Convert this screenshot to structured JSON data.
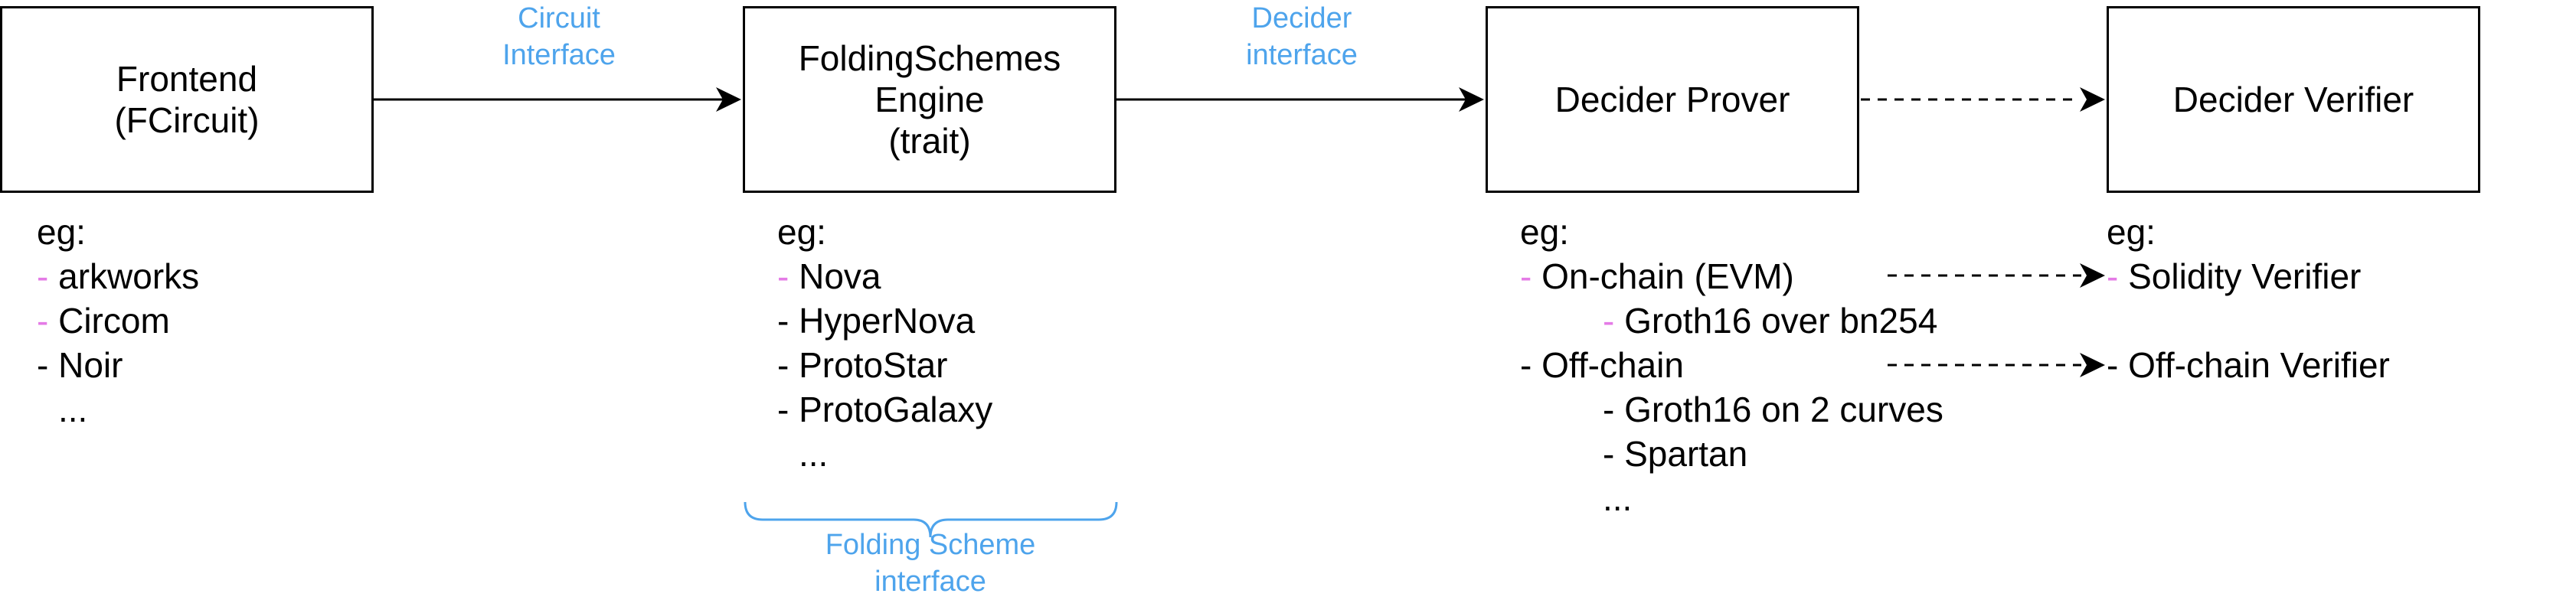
{
  "boxes": {
    "frontend": [
      "Frontend",
      "(FCircuit)"
    ],
    "engine": [
      "FoldingSchemes",
      "Engine",
      "(trait)"
    ],
    "prover": [
      "Decider Prover"
    ],
    "verifier": [
      "Decider Verifier"
    ]
  },
  "arrow_labels": {
    "circuit_interface": [
      "Circuit",
      "Interface"
    ],
    "decider_interface": [
      "Decider",
      "interface"
    ],
    "folding_scheme_interface": [
      "Folding Scheme",
      "interface"
    ]
  },
  "frontend_list": {
    "eg": "eg:",
    "items": [
      {
        "dash": "-",
        "text": "arkworks",
        "accent": true
      },
      {
        "dash": "-",
        "text": "Circom",
        "accent": true
      },
      {
        "dash": "-",
        "text": "Noir",
        "accent": false
      }
    ],
    "more": "..."
  },
  "engine_list": {
    "eg": "eg:",
    "items": [
      {
        "dash": "-",
        "text": "Nova",
        "accent": true
      },
      {
        "dash": "-",
        "text": "HyperNova",
        "accent": false
      },
      {
        "dash": "-",
        "text": "ProtoStar",
        "accent": false
      },
      {
        "dash": "-",
        "text": "ProtoGalaxy",
        "accent": false
      }
    ],
    "more": "..."
  },
  "prover_list": {
    "eg": "eg:",
    "onchain": {
      "dash": "-",
      "text": "On-chain (EVM)"
    },
    "onchain_sub": {
      "dash": "-",
      "text": "Groth16 over bn254"
    },
    "offchain": {
      "dash": "-",
      "text": "Off-chain"
    },
    "offchain_sub": [
      {
        "dash": "-",
        "text": "Groth16 on 2 curves"
      },
      {
        "dash": "-",
        "text": "Spartan"
      }
    ],
    "more": "..."
  },
  "verifier_list": {
    "eg": "eg:",
    "solidity": {
      "dash": "-",
      "text": "Solidity Verifier"
    },
    "offchain": {
      "dash": "-",
      "text": "Off-chain Verifier"
    }
  },
  "colors": {
    "accent_pink": "#e47be6",
    "label_blue": "#4ea4ec"
  }
}
